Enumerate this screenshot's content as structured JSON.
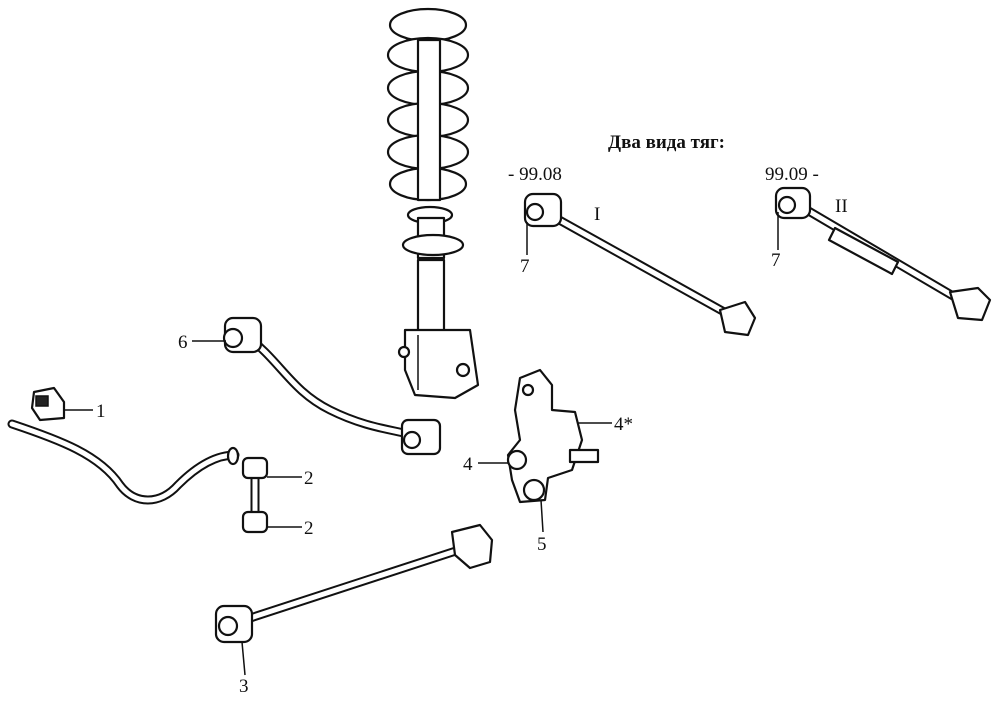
{
  "labels": {
    "title": "Два вида тяг:",
    "date_type1": "- 99.08",
    "date_type2": "99.09 -",
    "type1": "I",
    "type2": "II",
    "callouts": [
      "7",
      "7",
      "6",
      "1",
      "2",
      "2",
      "4*",
      "4",
      "5",
      "3"
    ]
  }
}
